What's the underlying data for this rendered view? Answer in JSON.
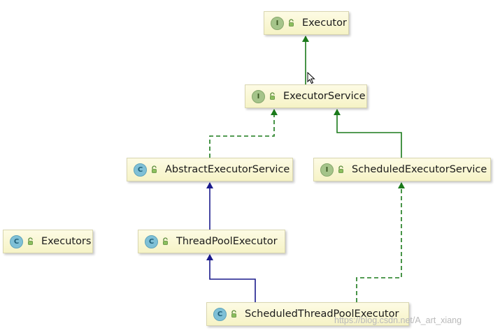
{
  "nodes": [
    {
      "id": "executor",
      "label": "Executor",
      "kind": "I",
      "kind_name": "interface"
    },
    {
      "id": "executor-service",
      "label": "ExecutorService",
      "kind": "I",
      "kind_name": "interface"
    },
    {
      "id": "abstract-executor-service",
      "label": "AbstractExecutorService",
      "kind": "C",
      "kind_name": "abstract-class"
    },
    {
      "id": "scheduled-executor-service",
      "label": "ScheduledExecutorService",
      "kind": "I",
      "kind_name": "interface"
    },
    {
      "id": "executors",
      "label": "Executors",
      "kind": "C",
      "kind_name": "class"
    },
    {
      "id": "thread-pool-executor",
      "label": "ThreadPoolExecutor",
      "kind": "C",
      "kind_name": "class"
    },
    {
      "id": "scheduled-thread-pool-executor",
      "label": "ScheduledThreadPoolExecutor",
      "kind": "C",
      "kind_name": "class"
    }
  ],
  "edges": [
    {
      "from": "executor-service",
      "to": "executor",
      "relation": "extends",
      "style": "solid",
      "color": "#1a7a1a"
    },
    {
      "from": "scheduled-executor-service",
      "to": "executor-service",
      "relation": "extends",
      "style": "solid",
      "color": "#1a7a1a"
    },
    {
      "from": "abstract-executor-service",
      "to": "executor-service",
      "relation": "implements",
      "style": "dashed",
      "color": "#1a7a1a"
    },
    {
      "from": "thread-pool-executor",
      "to": "abstract-executor-service",
      "relation": "extends",
      "style": "solid",
      "color": "#1a1a8c"
    },
    {
      "from": "scheduled-thread-pool-executor",
      "to": "thread-pool-executor",
      "relation": "extends",
      "style": "solid",
      "color": "#1a1a8c"
    },
    {
      "from": "scheduled-thread-pool-executor",
      "to": "scheduled-executor-service",
      "relation": "implements",
      "style": "dashed",
      "color": "#1a7a1a"
    }
  ],
  "colors": {
    "interface_badge": "#a5c48a",
    "class_badge": "#7fc0d6",
    "node_fill": "#f6f3c6",
    "inherit_green": "#1a7a1a",
    "inherit_blue": "#1a1a8c"
  },
  "icons": {
    "kind_badge": "kind-badge-icon",
    "visibility": "unlock-icon",
    "cursor": "mouse-cursor-icon"
  },
  "watermark": "https://blog.csdn.net/A_art_xiang"
}
